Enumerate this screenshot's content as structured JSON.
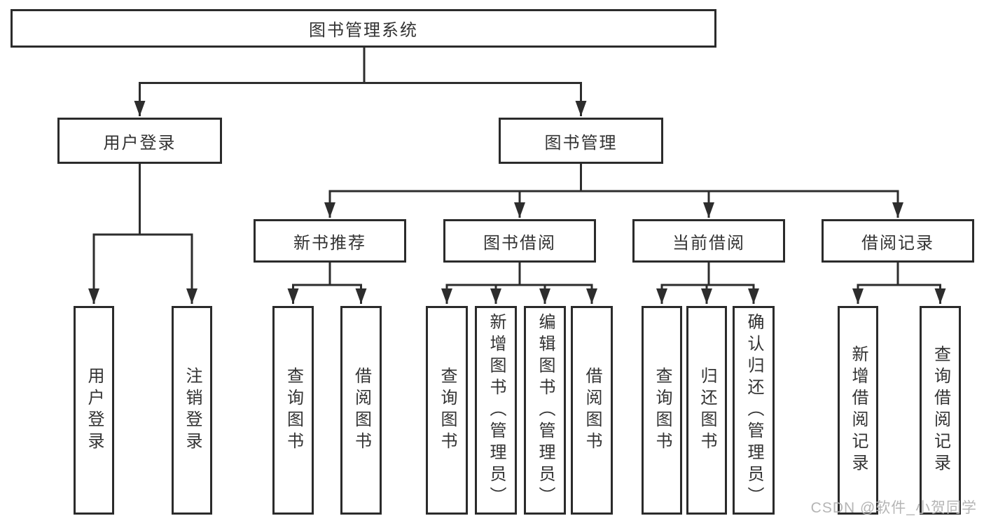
{
  "diagram": {
    "root_label": "图书管理系统",
    "level2": {
      "user_login": "用户登录",
      "book_management": "图书管理"
    },
    "level3": {
      "new_book_recommend": "新书推荐",
      "book_borrow": "图书借阅",
      "current_borrow": "当前借阅",
      "borrow_records": "借阅记录"
    },
    "leaves": {
      "user_login": [
        "用户登录",
        "注销登录"
      ],
      "new_book_recommend": [
        "查询图书",
        "借阅图书"
      ],
      "book_borrow": [
        "查询图书",
        "新增图书（管理员）",
        "编辑图书（管理员）",
        "借阅图书"
      ],
      "current_borrow": [
        "查询图书",
        "归还图书",
        "确认归还（管理员）"
      ],
      "borrow_records": [
        "新增借阅记录",
        "查询借阅记录"
      ]
    }
  },
  "watermark": {
    "text": "CSDN @软件_小贺同学"
  },
  "colors": {
    "line": "#2d2d2d",
    "border": "#2b2b2b",
    "text": "#333333",
    "watermark": "#b5b5b5",
    "background": "#ffffff"
  }
}
